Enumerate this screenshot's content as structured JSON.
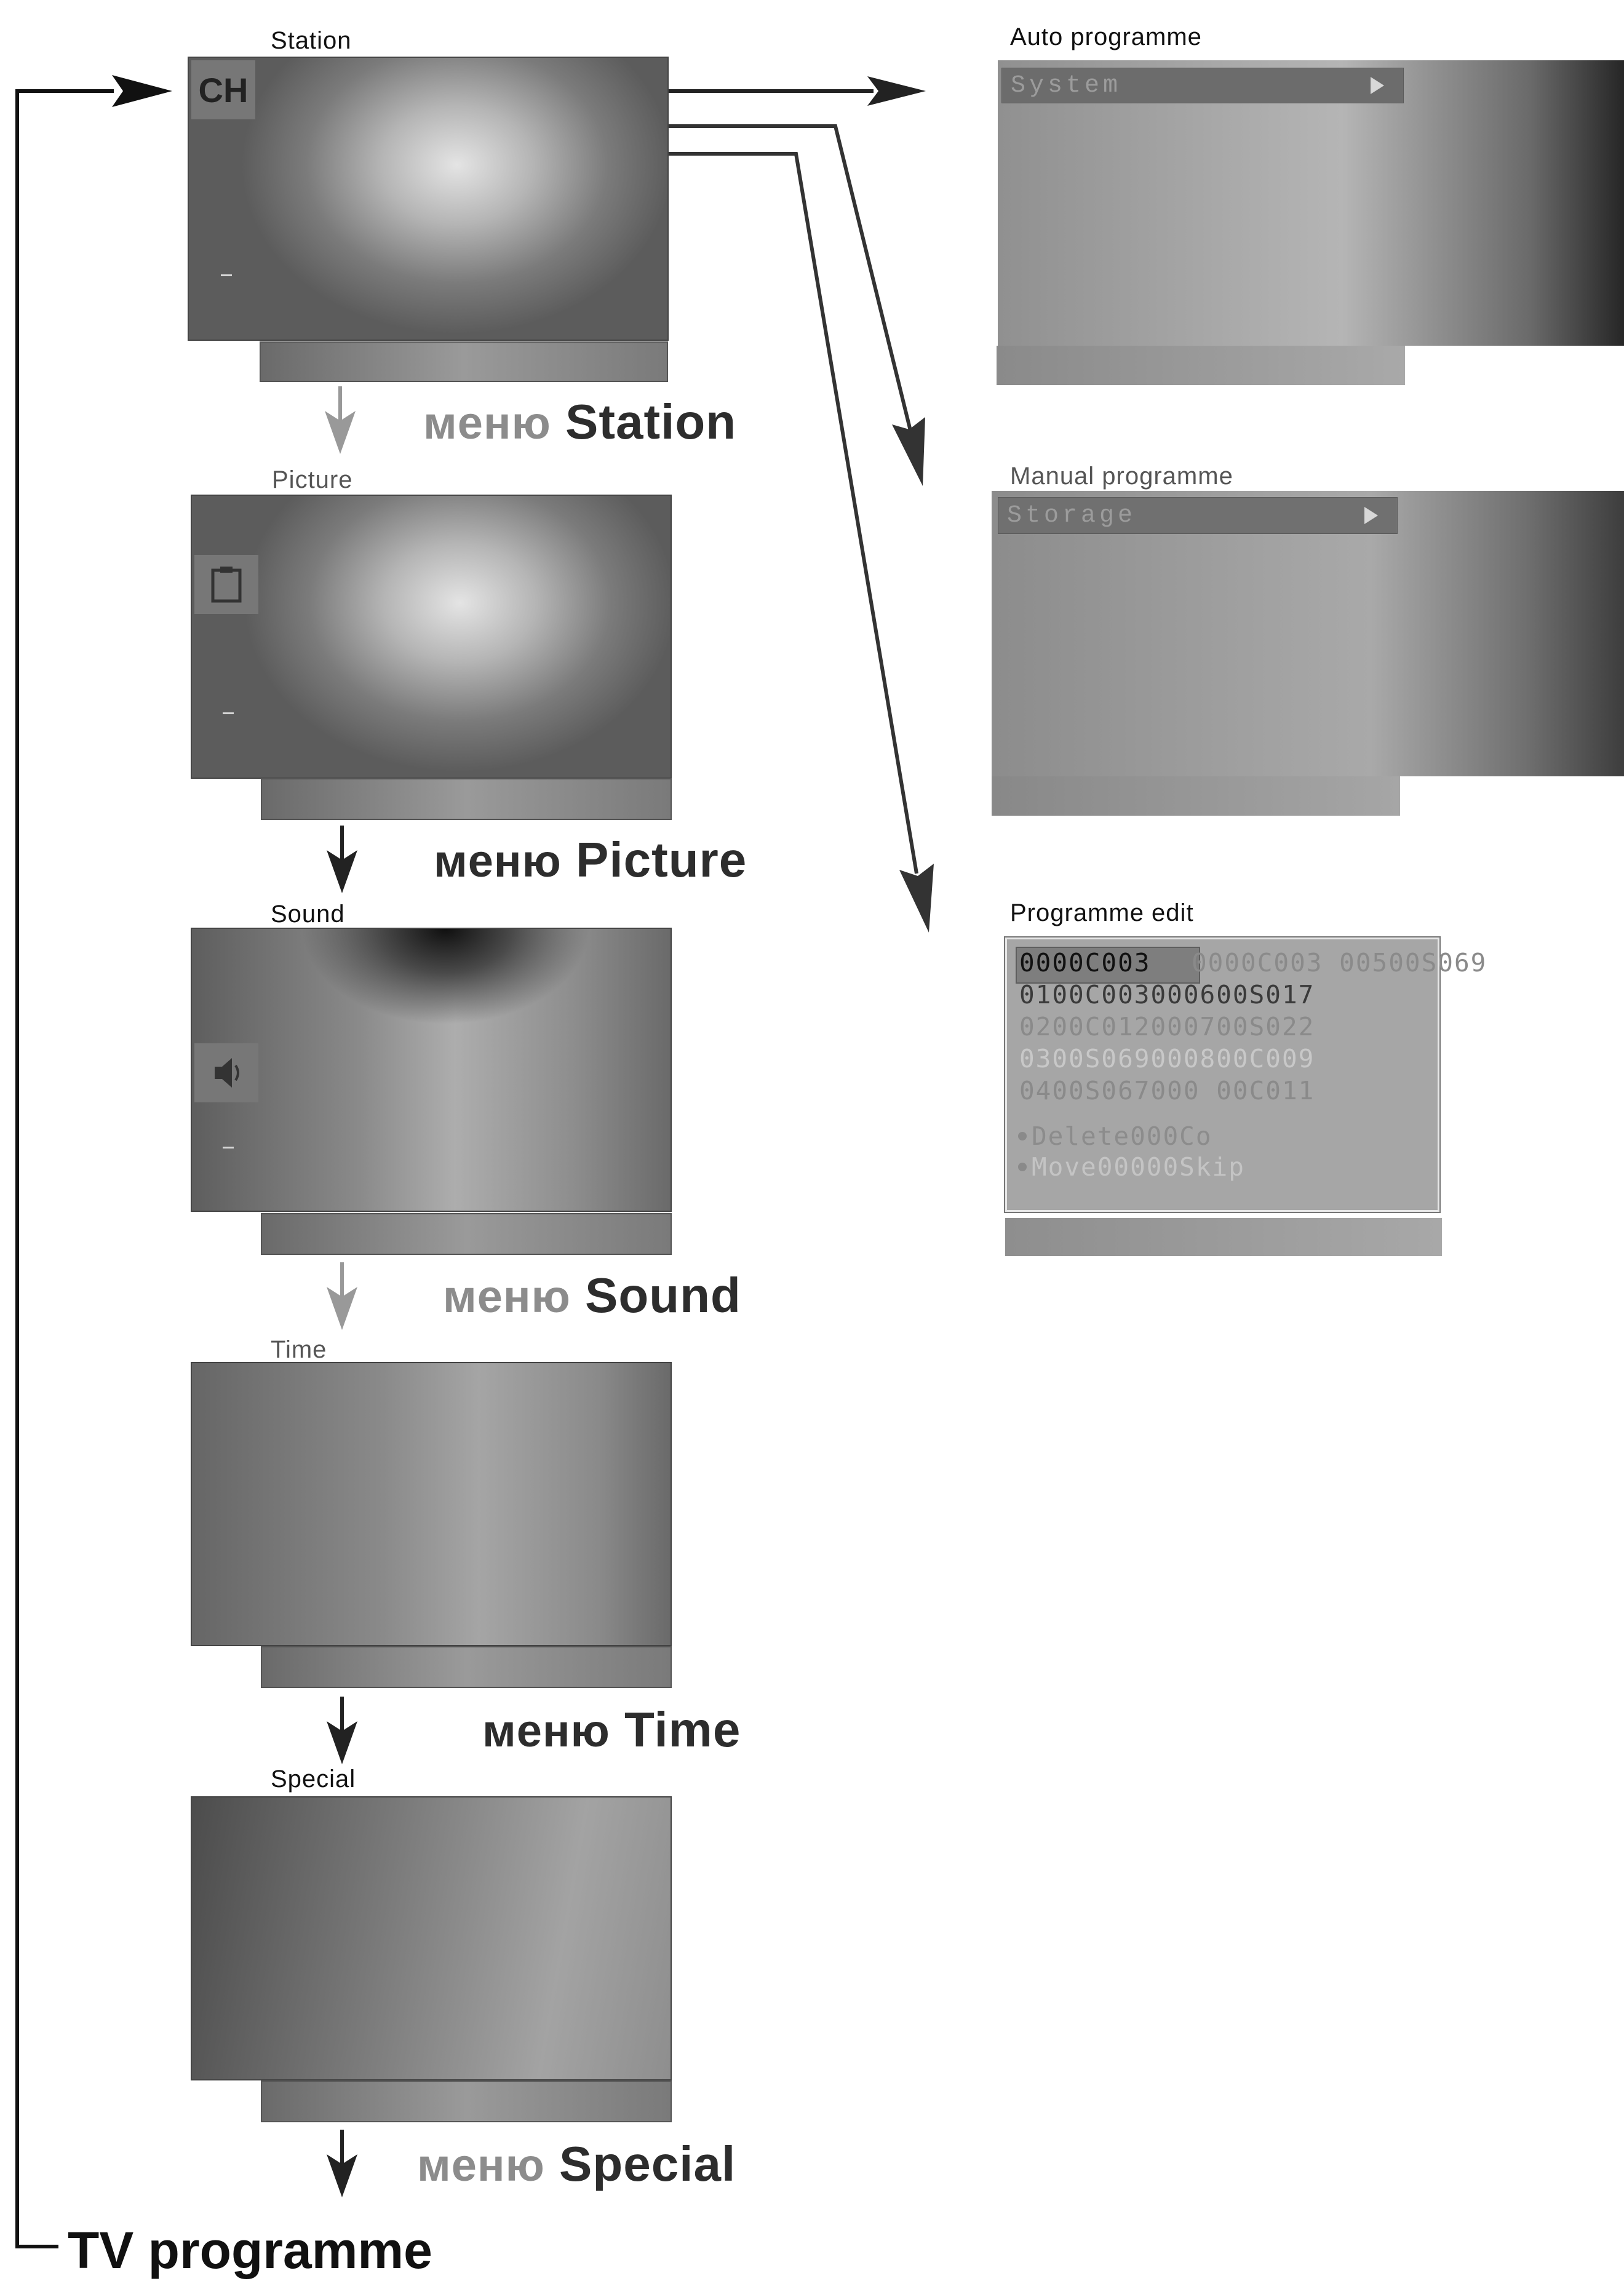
{
  "menus": {
    "station": {
      "title": "Station",
      "icon_text": "CH",
      "caption_prefix": "меню",
      "caption_name": "Station"
    },
    "picture": {
      "title": "Picture",
      "caption_prefix": "меню",
      "caption_name": "Picture"
    },
    "sound": {
      "title": "Sound",
      "caption_prefix": "меню",
      "caption_name": "Sound"
    },
    "time": {
      "title": "Time",
      "caption_prefix": "меню",
      "caption_name": "Time"
    },
    "special": {
      "title": "Special",
      "caption_prefix": "меню",
      "caption_name": "Special"
    }
  },
  "submenus": {
    "auto": {
      "title": "Auto programme",
      "item": "System"
    },
    "manual": {
      "title": "Manual programme",
      "item": "Storage"
    },
    "edit": {
      "title": "Programme edit",
      "rows": [
        "0000C003 00500S069",
        "0100C003000600S017",
        "0200C012000700S022",
        "0300S069000800C009",
        "0400S067000 00C011"
      ],
      "selected": "0000C003",
      "action_1": "Delete000Co",
      "action_2": "Move00000Skip"
    }
  },
  "footer": {
    "label": "TV programme"
  }
}
